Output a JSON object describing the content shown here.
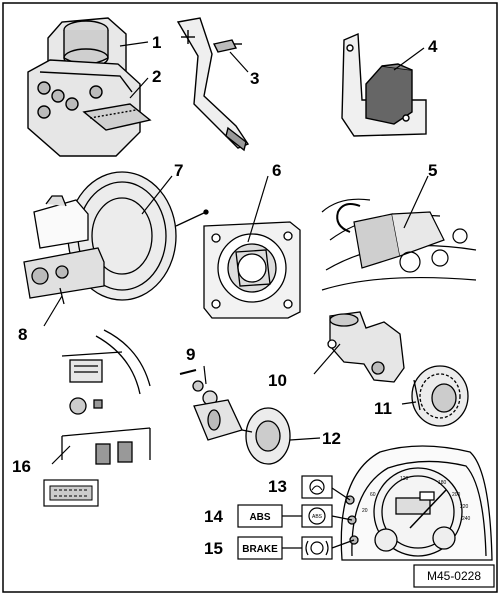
{
  "callouts": {
    "c1": "1",
    "c2": "2",
    "c3": "3",
    "c4": "4",
    "c5": "5",
    "c6": "6",
    "c7": "7",
    "c8": "8",
    "c9": "9",
    "c10": "10",
    "c11": "11",
    "c12": "12",
    "c13": "13",
    "c14": "14",
    "c15": "15",
    "c16": "16"
  },
  "warning_labels": {
    "abs": "ABS",
    "brake": "BRAKE"
  },
  "reference_code": "M45-0228"
}
